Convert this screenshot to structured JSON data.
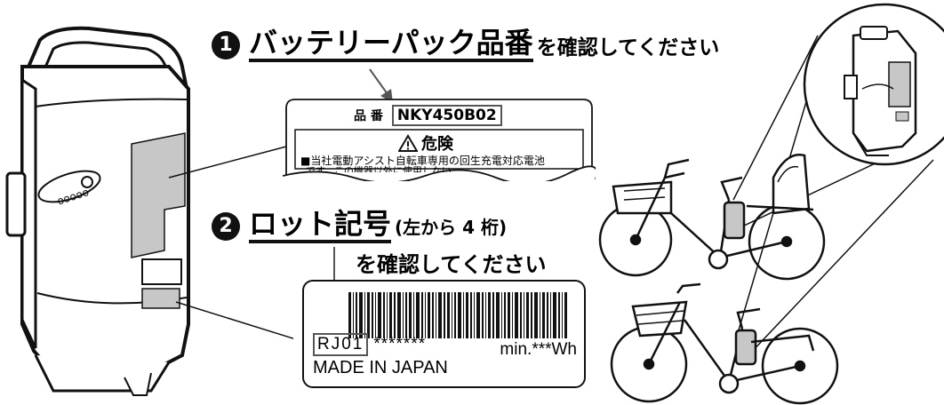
{
  "step1": {
    "number": "1",
    "keyword": "バッテリーパック品番",
    "rest": "を確認してください"
  },
  "step2": {
    "number": "2",
    "keyword": "ロット記号",
    "paren": "(左から 4 桁)",
    "rest": "を確認してください"
  },
  "label1": {
    "field_label": "品 番",
    "model_number": "NKY450B02",
    "warning_title": "危険",
    "warning_line1": "■当社電動アシスト自転車専用の回生充電対応電池",
    "warning_line2": "です。この機器以外に使用しない"
  },
  "label2": {
    "lot_code": "RJ01",
    "serial_mask": "*******",
    "capacity": "min.***Wh",
    "origin": "MADE IN JAPAN"
  },
  "battery": {
    "logo_dots": "ooooo"
  }
}
